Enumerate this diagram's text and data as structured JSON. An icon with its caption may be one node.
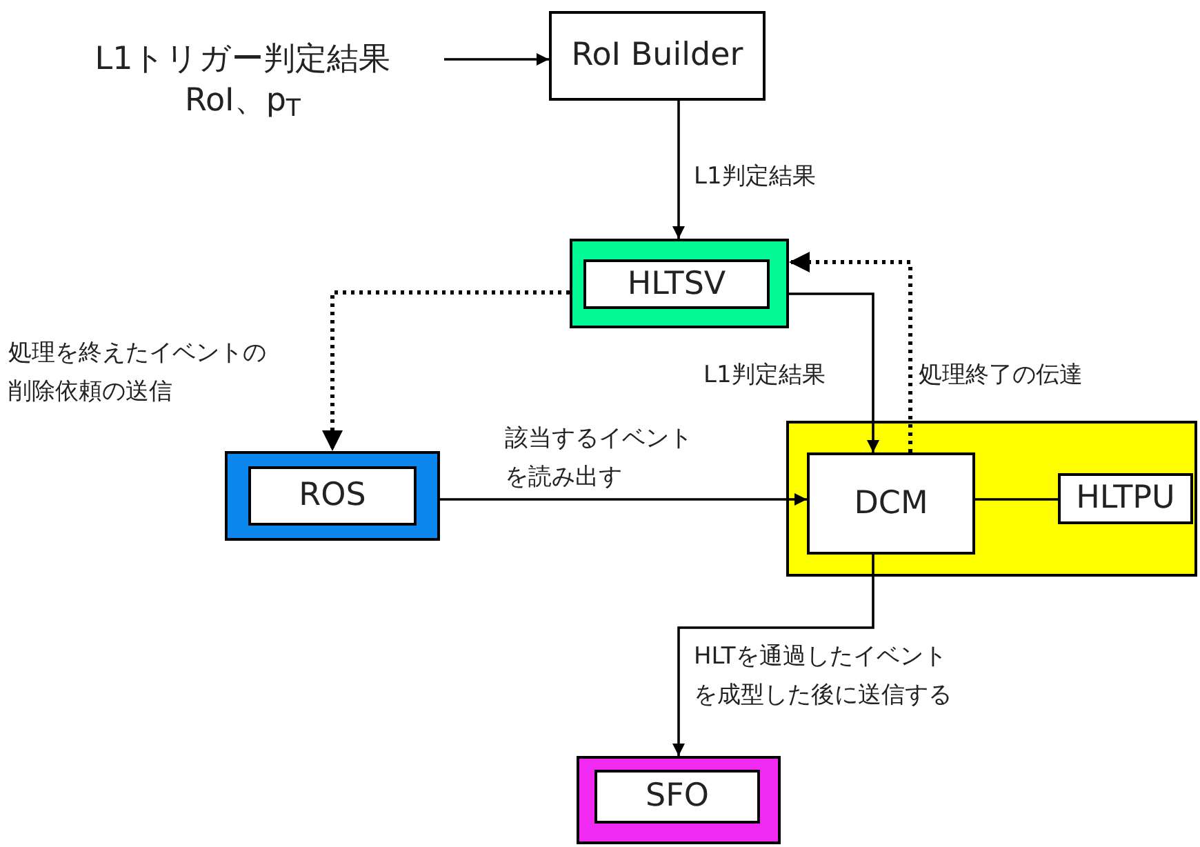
{
  "diagram": {
    "nodes": [
      {
        "text": [
          "L1トリガー判定結果",
          "RoI、p$_{T}$"
        ]
      },
      {
        "text": [
          "RoI Builder"
        ]
      },
      {
        "text": [],
        "shape": "box"
      },
      {
        "text": [
          "HLTSV"
        ],
        "in": 2
      },
      {
        "text": [],
        "shape": "box"
      },
      {
        "text": [
          "ROS"
        ],
        "in": 4
      },
      {
        "text": [],
        "shape": "box"
      },
      {
        "text": [
          "DCM"
        ],
        "in": 6
      },
      {
        "text": [
          "HLTPU"
        ],
        "in": 6
      },
      {
        "text": [],
        "shape": "box"
      },
      {
        "text": [
          "SFO"
        ],
        "in": 9
      }
    ],
    "edges": [
      {
        "from": 0,
        "to": 1,
        "arrow": "to"
      },
      {
        "from": 1,
        "to": 2,
        "arrow": "to",
        "label": "L1判定結果"
      },
      {
        "from": 2,
        "to": 4,
        "arrow": "to",
        "style": "dashed",
        "label": "処理を終えたイベントの削除依頼の送信"
      },
      {
        "from": 2,
        "to": 7,
        "arrow": "to",
        "label": "L1判定結果"
      },
      {
        "from": 7,
        "to": 2,
        "arrow": "to",
        "style": "dashed",
        "label": "処理終了の伝達"
      },
      {
        "from": 4,
        "to": 7,
        "arrow": "to",
        "label": "該当するイベントを読み出す"
      },
      {
        "from": 7,
        "to": 8,
        "arrow": "none"
      },
      {
        "from": 7,
        "to": 9,
        "arrow": "to",
        "label": "HLTを通過したイベントを成型した後に送信する"
      }
    ]
  }
}
